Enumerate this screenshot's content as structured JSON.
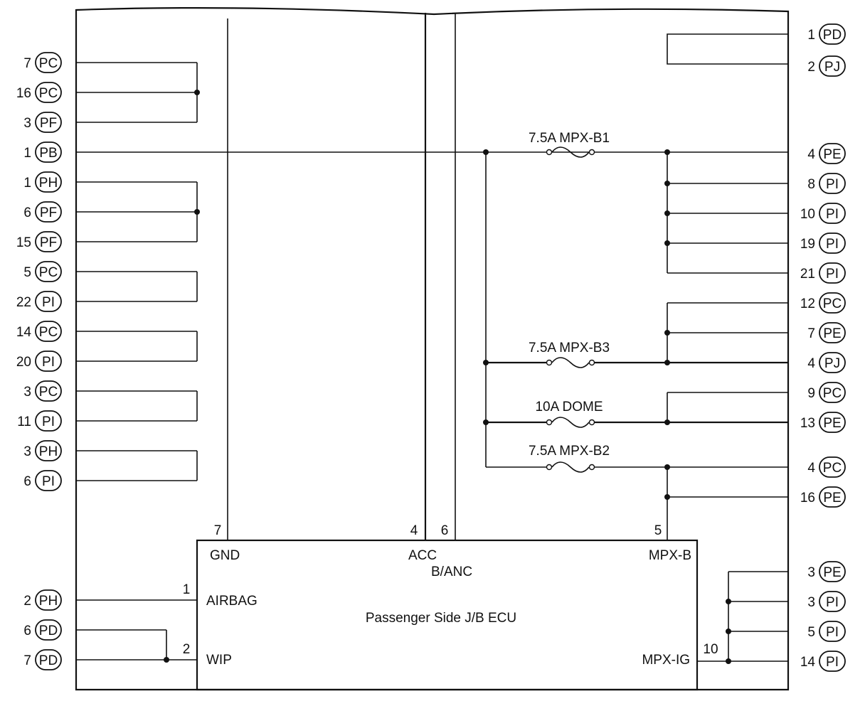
{
  "ecu": {
    "title": "Passenger Side J/B ECU",
    "terminals": [
      {
        "label": "GND",
        "pin": "7"
      },
      {
        "label": "ACC",
        "pin": "4"
      },
      {
        "label": "B/ANC",
        "pin": "6"
      },
      {
        "label": "MPX-B",
        "pin": "5"
      },
      {
        "label": "AIRBAG",
        "pin": "1"
      },
      {
        "label": "WIP",
        "pin": "2"
      },
      {
        "label": "MPX-IG",
        "pin": "10"
      }
    ]
  },
  "fuses": [
    {
      "label": "7.5A MPX-B1"
    },
    {
      "label": "7.5A MPX-B3"
    },
    {
      "label": "10A DOME"
    },
    {
      "label": "7.5A MPX-B2"
    }
  ],
  "left_connectors": [
    {
      "pin": "7",
      "conn": "PC"
    },
    {
      "pin": "16",
      "conn": "PC"
    },
    {
      "pin": "3",
      "conn": "PF"
    },
    {
      "pin": "1",
      "conn": "PB"
    },
    {
      "pin": "1",
      "conn": "PH"
    },
    {
      "pin": "6",
      "conn": "PF"
    },
    {
      "pin": "15",
      "conn": "PF"
    },
    {
      "pin": "5",
      "conn": "PC"
    },
    {
      "pin": "22",
      "conn": "PI"
    },
    {
      "pin": "14",
      "conn": "PC"
    },
    {
      "pin": "20",
      "conn": "PI"
    },
    {
      "pin": "3",
      "conn": "PC"
    },
    {
      "pin": "11",
      "conn": "PI"
    },
    {
      "pin": "3",
      "conn": "PH"
    },
    {
      "pin": "6",
      "conn": "PI"
    },
    {
      "pin": "2",
      "conn": "PH"
    },
    {
      "pin": "6",
      "conn": "PD"
    },
    {
      "pin": "7",
      "conn": "PD"
    }
  ],
  "right_connectors": [
    {
      "pin": "1",
      "conn": "PD"
    },
    {
      "pin": "2",
      "conn": "PJ"
    },
    {
      "pin": "4",
      "conn": "PE"
    },
    {
      "pin": "8",
      "conn": "PI"
    },
    {
      "pin": "10",
      "conn": "PI"
    },
    {
      "pin": "19",
      "conn": "PI"
    },
    {
      "pin": "21",
      "conn": "PI"
    },
    {
      "pin": "12",
      "conn": "PC"
    },
    {
      "pin": "7",
      "conn": "PE"
    },
    {
      "pin": "4",
      "conn": "PJ"
    },
    {
      "pin": "9",
      "conn": "PC"
    },
    {
      "pin": "13",
      "conn": "PE"
    },
    {
      "pin": "4",
      "conn": "PC"
    },
    {
      "pin": "16",
      "conn": "PE"
    },
    {
      "pin": "3",
      "conn": "PE"
    },
    {
      "pin": "3",
      "conn": "PI"
    },
    {
      "pin": "5",
      "conn": "PI"
    },
    {
      "pin": "14",
      "conn": "PI"
    }
  ]
}
